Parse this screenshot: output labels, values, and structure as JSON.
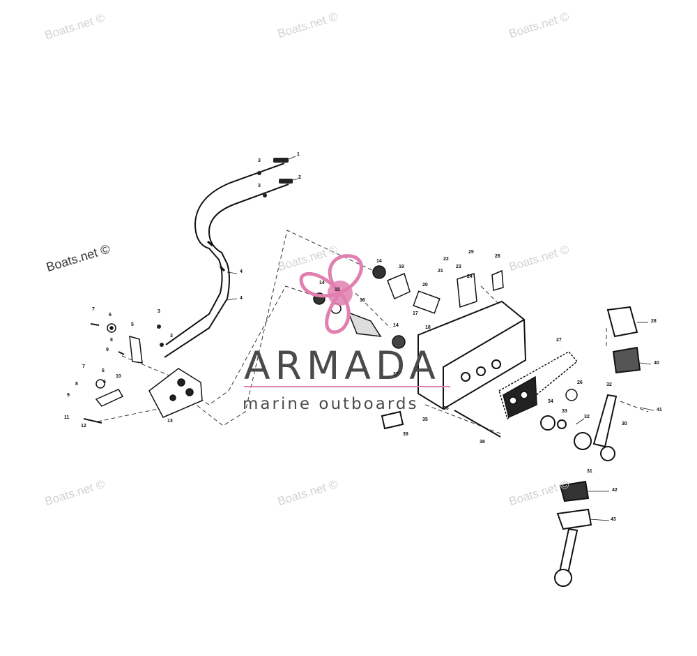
{
  "watermark": {
    "text": "Boats.net ©",
    "color": "#d2d2d2"
  },
  "logo": {
    "name": "ARMADA",
    "tagline": "marine outboards",
    "accent_color": "#e07fb0"
  },
  "callouts": [
    "1",
    "2",
    "3",
    "3",
    "3",
    "3",
    "4",
    "4",
    "5",
    "6",
    "7",
    "6",
    "8",
    "9",
    "7",
    "6",
    "8",
    "9",
    "10",
    "11",
    "12",
    "13",
    "14",
    "14",
    "14",
    "15",
    "16",
    "17",
    "18",
    "19",
    "20",
    "21",
    "22",
    "23",
    "24",
    "25",
    "26",
    "27",
    "28",
    "26",
    "30",
    "31",
    "32",
    "32",
    "33",
    "34",
    "35",
    "36",
    "37",
    "38",
    "39",
    "40",
    "41",
    "42",
    "43"
  ]
}
